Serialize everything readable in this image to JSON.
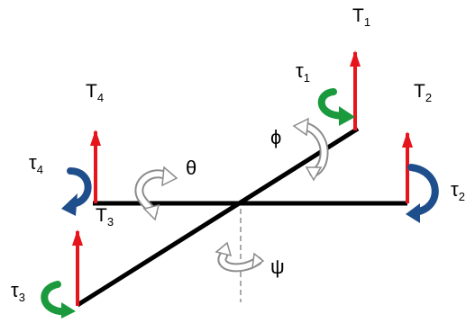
{
  "thrusts": [
    {
      "id": "T1",
      "sym": "T",
      "sub": "1"
    },
    {
      "id": "T2",
      "sym": "T",
      "sub": "2"
    },
    {
      "id": "T3",
      "sym": "T",
      "sub": "3"
    },
    {
      "id": "T4",
      "sym": "T",
      "sub": "4"
    }
  ],
  "torques": [
    {
      "id": "tau1",
      "sym": "τ",
      "sub": "1",
      "color": "#1a9a3c"
    },
    {
      "id": "tau2",
      "sym": "τ",
      "sub": "2",
      "color": "#1f4e8c"
    },
    {
      "id": "tau3",
      "sym": "τ",
      "sub": "3",
      "color": "#1a9a3c"
    },
    {
      "id": "tau4",
      "sym": "τ",
      "sub": "4",
      "color": "#1f4e8c"
    }
  ],
  "angles": {
    "roll": "ϕ",
    "pitch": "θ",
    "yaw": "ψ"
  },
  "colors": {
    "thrust_arrow": "#e8141b",
    "arm": "#000000",
    "rotation_arrow_fill": "#ffffff",
    "rotation_arrow_stroke": "#8c8c8c",
    "yaw_axis": "#555555"
  }
}
